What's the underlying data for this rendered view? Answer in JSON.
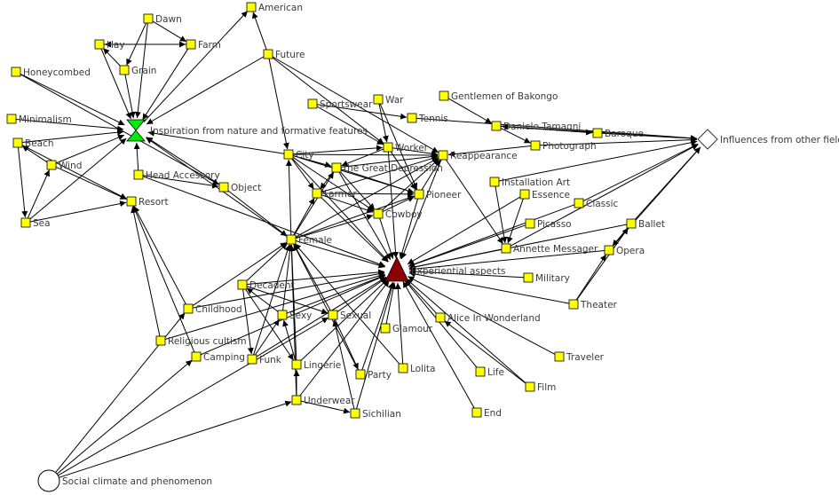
{
  "nodes": [
    {
      "id": "american",
      "label": "American",
      "shape": "square"
    },
    {
      "id": "dawn",
      "label": "Dawn",
      "shape": "square"
    },
    {
      "id": "hay",
      "label": "Hay",
      "shape": "square"
    },
    {
      "id": "farm",
      "label": "Farm",
      "shape": "square"
    },
    {
      "id": "grain",
      "label": "Grain",
      "shape": "square"
    },
    {
      "id": "future",
      "label": "Future",
      "shape": "square"
    },
    {
      "id": "honeycombed",
      "label": "Honeycombed",
      "shape": "square"
    },
    {
      "id": "minimalism",
      "label": "Minimalism",
      "shape": "square"
    },
    {
      "id": "inspiration",
      "label": "Inspiration from nature and formative features",
      "shape": "hourglass",
      "color": "#00ee00"
    },
    {
      "id": "beach",
      "label": "Beach",
      "shape": "square"
    },
    {
      "id": "wind",
      "label": "Wind",
      "shape": "square"
    },
    {
      "id": "head_accessory",
      "label": "Head Accessory",
      "shape": "square"
    },
    {
      "id": "object",
      "label": "Object",
      "shape": "square"
    },
    {
      "id": "resort",
      "label": "Resort",
      "shape": "square"
    },
    {
      "id": "sea",
      "label": "Sea",
      "shape": "square"
    },
    {
      "id": "sportswear",
      "label": "Sportswear",
      "shape": "square"
    },
    {
      "id": "war",
      "label": "War",
      "shape": "square"
    },
    {
      "id": "tennis",
      "label": "Tennis",
      "shape": "square"
    },
    {
      "id": "gentlemen",
      "label": "Gentlemen of Bakongo",
      "shape": "square"
    },
    {
      "id": "tamagni",
      "label": "Daniele Tamagni",
      "shape": "square"
    },
    {
      "id": "baroque",
      "label": "Baroque",
      "shape": "square"
    },
    {
      "id": "photograph",
      "label": "Photograph",
      "shape": "square"
    },
    {
      "id": "influences",
      "label": "Influences from other fields",
      "shape": "diamond",
      "color": "#ffffff"
    },
    {
      "id": "city",
      "label": "City",
      "shape": "square"
    },
    {
      "id": "worker",
      "label": "Worker",
      "shape": "square"
    },
    {
      "id": "great_depression",
      "label": "the Great Depression",
      "shape": "square"
    },
    {
      "id": "reappearance",
      "label": "Reappearance",
      "shape": "square"
    },
    {
      "id": "farmer",
      "label": "Farmer",
      "shape": "square"
    },
    {
      "id": "pioneer",
      "label": "Pioneer",
      "shape": "square"
    },
    {
      "id": "cowboy",
      "label": "Cowboy",
      "shape": "square"
    },
    {
      "id": "installation_art",
      "label": "Installation Art",
      "shape": "square"
    },
    {
      "id": "essence",
      "label": "Essence",
      "shape": "square"
    },
    {
      "id": "classic",
      "label": "Classic",
      "shape": "square"
    },
    {
      "id": "picasso",
      "label": "Picasso",
      "shape": "square"
    },
    {
      "id": "ballet",
      "label": "Ballet",
      "shape": "square"
    },
    {
      "id": "female",
      "label": "Female",
      "shape": "square"
    },
    {
      "id": "experiential",
      "label": "Experiential aspects",
      "shape": "triangle",
      "color": "#8b0000"
    },
    {
      "id": "annette",
      "label": "Annette Messager",
      "shape": "square"
    },
    {
      "id": "opera",
      "label": "Opera",
      "shape": "square"
    },
    {
      "id": "military",
      "label": "Military",
      "shape": "square"
    },
    {
      "id": "decadent",
      "label": "Decadent",
      "shape": "square"
    },
    {
      "id": "theater",
      "label": "Theater",
      "shape": "square"
    },
    {
      "id": "childhood",
      "label": "Childhood",
      "shape": "square"
    },
    {
      "id": "sexy",
      "label": "Sexy",
      "shape": "square"
    },
    {
      "id": "sexual",
      "label": "Sexual",
      "shape": "square"
    },
    {
      "id": "alice",
      "label": "Alice In Wonderland",
      "shape": "square"
    },
    {
      "id": "religious",
      "label": "Religious cultism",
      "shape": "square"
    },
    {
      "id": "glamour",
      "label": "Glamour",
      "shape": "square"
    },
    {
      "id": "camping",
      "label": "Camping",
      "shape": "square"
    },
    {
      "id": "funk",
      "label": "Funk",
      "shape": "square"
    },
    {
      "id": "lingerie",
      "label": "Lingerie",
      "shape": "square"
    },
    {
      "id": "party",
      "label": "Party",
      "shape": "square"
    },
    {
      "id": "lolita",
      "label": "Lolita",
      "shape": "square"
    },
    {
      "id": "life",
      "label": "Life",
      "shape": "square"
    },
    {
      "id": "traveler",
      "label": "Traveler",
      "shape": "square"
    },
    {
      "id": "film",
      "label": "Film",
      "shape": "square"
    },
    {
      "id": "underwear",
      "label": "Underwear",
      "shape": "square"
    },
    {
      "id": "sicilian",
      "label": "Sichilian",
      "shape": "square"
    },
    {
      "id": "end",
      "label": "End",
      "shape": "square"
    },
    {
      "id": "social",
      "label": "Social climate and phenomenon",
      "shape": "circle",
      "color": "#ffffff"
    }
  ],
  "edges": [
    [
      "hay",
      "inspiration"
    ],
    [
      "dawn",
      "inspiration"
    ],
    [
      "farm",
      "inspiration"
    ],
    [
      "grain",
      "inspiration"
    ],
    [
      "hay",
      "farm"
    ],
    [
      "dawn",
      "farm"
    ],
    [
      "grain",
      "hay"
    ],
    [
      "farm",
      "hay"
    ],
    [
      "dawn",
      "grain"
    ],
    [
      "honeycombed",
      "inspiration"
    ],
    [
      "minimalism",
      "inspiration"
    ],
    [
      "beach",
      "inspiration"
    ],
    [
      "wind",
      "inspiration"
    ],
    [
      "head_accessory",
      "inspiration"
    ],
    [
      "object",
      "inspiration"
    ],
    [
      "future",
      "inspiration"
    ],
    [
      "inspiration",
      "american"
    ],
    [
      "sea",
      "inspiration"
    ],
    [
      "beach",
      "sea"
    ],
    [
      "beach",
      "resort"
    ],
    [
      "wind",
      "resort"
    ],
    [
      "sea",
      "resort"
    ],
    [
      "wind",
      "beach"
    ],
    [
      "head_accessory",
      "object"
    ],
    [
      "honeycombed",
      "object"
    ],
    [
      "city",
      "inspiration"
    ],
    [
      "object",
      "female"
    ],
    [
      "head_accessory",
      "experiential"
    ],
    [
      "sea",
      "wind"
    ],
    [
      "future",
      "american"
    ],
    [
      "future",
      "city"
    ],
    [
      "future",
      "reappearance"
    ],
    [
      "future",
      "worker"
    ],
    [
      "sportswear",
      "tennis"
    ],
    [
      "sportswear",
      "worker"
    ],
    [
      "war",
      "worker"
    ],
    [
      "war",
      "pioneer"
    ],
    [
      "gentlemen",
      "tamagni"
    ],
    [
      "tamagni",
      "baroque"
    ],
    [
      "tamagni",
      "photograph"
    ],
    [
      "baroque",
      "tamagni"
    ],
    [
      "baroque",
      "influences"
    ],
    [
      "photograph",
      "influences"
    ],
    [
      "tamagni",
      "influences"
    ],
    [
      "tennis",
      "influences"
    ],
    [
      "photograph",
      "reappearance"
    ],
    [
      "city",
      "worker"
    ],
    [
      "city",
      "great_depression"
    ],
    [
      "city",
      "reappearance"
    ],
    [
      "city",
      "pioneer"
    ],
    [
      "city",
      "farmer"
    ],
    [
      "city",
      "cowboy"
    ],
    [
      "great_depression",
      "reappearance"
    ],
    [
      "great_depression",
      "farmer"
    ],
    [
      "great_depression",
      "cowboy"
    ],
    [
      "great_depression",
      "pioneer"
    ],
    [
      "worker",
      "reappearance"
    ],
    [
      "worker",
      "pioneer"
    ],
    [
      "worker",
      "great_depression"
    ],
    [
      "farmer",
      "pioneer"
    ],
    [
      "farmer",
      "cowboy"
    ],
    [
      "farmer",
      "reappearance"
    ],
    [
      "cowboy",
      "pioneer"
    ],
    [
      "cowboy",
      "reappearance"
    ],
    [
      "pioneer",
      "reappearance"
    ],
    [
      "reappearance",
      "annette"
    ],
    [
      "city",
      "experiential"
    ],
    [
      "worker",
      "experiential"
    ],
    [
      "great_depression",
      "experiential"
    ],
    [
      "reappearance",
      "experiential"
    ],
    [
      "farmer",
      "experiential"
    ],
    [
      "pioneer",
      "experiential"
    ],
    [
      "cowboy",
      "experiential"
    ],
    [
      "female",
      "experiential"
    ],
    [
      "female",
      "city"
    ],
    [
      "female",
      "farmer"
    ],
    [
      "female",
      "great_depression"
    ],
    [
      "female",
      "cowboy"
    ],
    [
      "female",
      "pioneer"
    ],
    [
      "female",
      "reappearance"
    ],
    [
      "installation_art",
      "annette"
    ],
    [
      "essence",
      "experiential"
    ],
    [
      "classic",
      "experiential"
    ],
    [
      "picasso",
      "experiential"
    ],
    [
      "classic",
      "influences"
    ],
    [
      "ballet",
      "influences"
    ],
    [
      "opera",
      "influences"
    ],
    [
      "installation_art",
      "influences"
    ],
    [
      "ballet",
      "opera"
    ],
    [
      "ballet",
      "experiential"
    ],
    [
      "opera",
      "experiential"
    ],
    [
      "theater",
      "opera"
    ],
    [
      "theater",
      "ballet"
    ],
    [
      "theater",
      "experiential"
    ],
    [
      "annette",
      "experiential"
    ],
    [
      "military",
      "experiential"
    ],
    [
      "annette",
      "influences"
    ],
    [
      "essence",
      "annette"
    ],
    [
      "decadent",
      "experiential"
    ],
    [
      "decadent",
      "female"
    ],
    [
      "decadent",
      "sexual"
    ],
    [
      "decadent",
      "lingerie"
    ],
    [
      "decadent",
      "funk"
    ],
    [
      "childhood",
      "female"
    ],
    [
      "childhood",
      "experiential"
    ],
    [
      "sexy",
      "experiential"
    ],
    [
      "sexy",
      "female"
    ],
    [
      "sexual",
      "experiential"
    ],
    [
      "sexual",
      "female"
    ],
    [
      "sexual",
      "party"
    ],
    [
      "alice",
      "experiential"
    ],
    [
      "glamour",
      "experiential"
    ],
    [
      "lolita",
      "experiential"
    ],
    [
      "party",
      "experiential"
    ],
    [
      "life",
      "experiential"
    ],
    [
      "film",
      "alice"
    ],
    [
      "traveler",
      "experiential"
    ],
    [
      "end",
      "experiential"
    ],
    [
      "film",
      "experiential"
    ],
    [
      "religious",
      "experiential"
    ],
    [
      "religious",
      "resort"
    ],
    [
      "camping",
      "experiential"
    ],
    [
      "funk",
      "female"
    ],
    [
      "funk",
      "sexy"
    ],
    [
      "lingerie",
      "female"
    ],
    [
      "lingerie",
      "sexy"
    ],
    [
      "lingerie",
      "experiential"
    ],
    [
      "underwear",
      "lingerie"
    ],
    [
      "underwear",
      "female"
    ],
    [
      "underwear",
      "experiential"
    ],
    [
      "underwear",
      "sicilian"
    ],
    [
      "sicilian",
      "experiential"
    ],
    [
      "sicilian",
      "sexual"
    ],
    [
      "party",
      "female"
    ],
    [
      "lolita",
      "female"
    ],
    [
      "funk",
      "experiential"
    ],
    [
      "social",
      "childhood"
    ],
    [
      "social",
      "camping"
    ],
    [
      "social",
      "underwear"
    ],
    [
      "social",
      "sexual"
    ],
    [
      "camping",
      "resort"
    ],
    [
      "childhood",
      "resort"
    ],
    [
      "female",
      "inspiration"
    ],
    [
      "sexy",
      "decadent"
    ]
  ]
}
